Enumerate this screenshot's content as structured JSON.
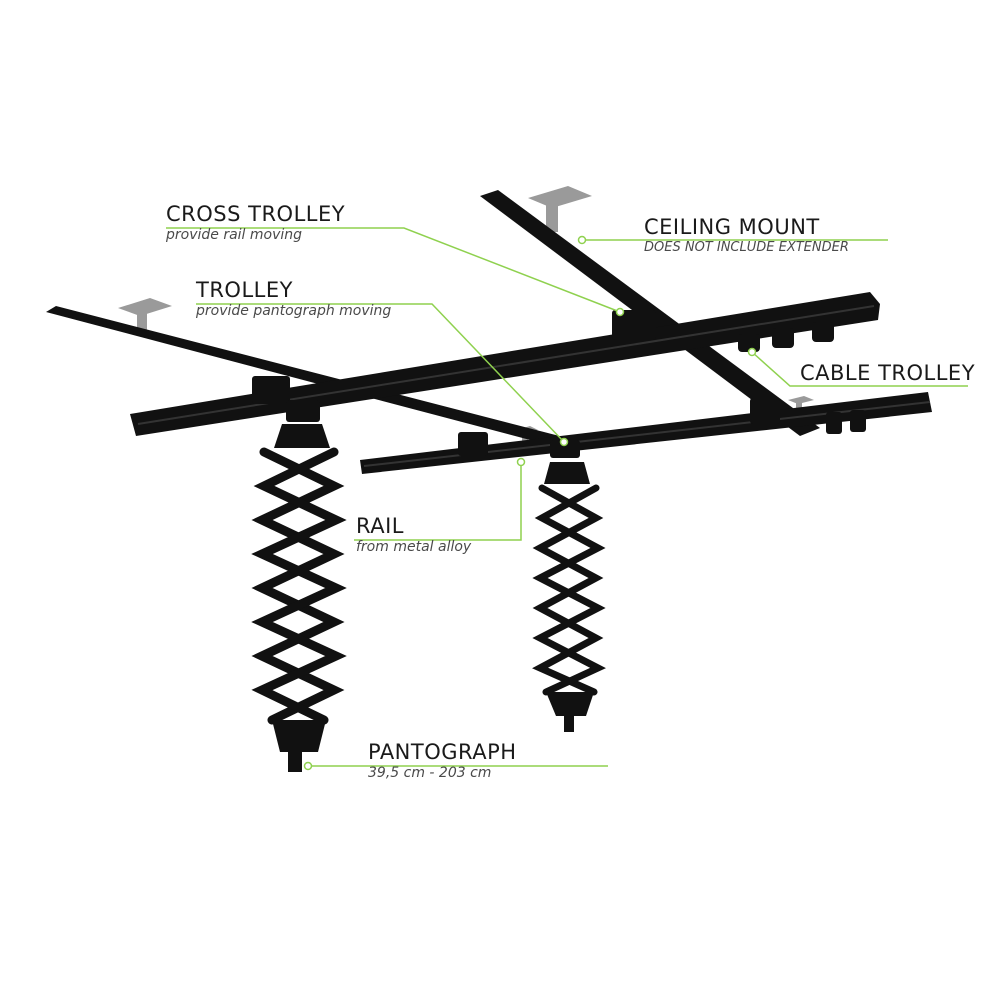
{
  "accent_color": "#8fd14f",
  "hardware_color": "#111111",
  "mount_color": "#9a9a9a",
  "labels": {
    "cross_trolley": {
      "title": "CROSS TROLLEY",
      "subtitle": "provide rail moving"
    },
    "trolley": {
      "title": "TROLLEY",
      "subtitle": "provide pantograph moving"
    },
    "ceiling_mount": {
      "title": "CEILING MOUNT",
      "subtitle": "DOES NOT INCLUDE EXTENDER"
    },
    "cable_trolley": {
      "title": "CABLE TROLLEY"
    },
    "rail": {
      "title": "RAIL",
      "subtitle": "from metal alloy"
    },
    "pantograph": {
      "title": "PANTOGRAPH",
      "subtitle": "39,5 cm - 203 cm"
    }
  }
}
